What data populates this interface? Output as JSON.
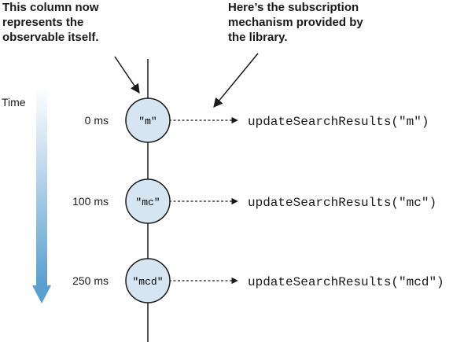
{
  "annotations": {
    "observable_column": "This column now\nrepresents the\nobservable itself.",
    "subscription": "Here’s the subscription\nmechanism provided by\nthe library."
  },
  "time_label": "Time",
  "events": [
    {
      "time": "0 ms",
      "value": "\"m\"",
      "call": "updateSearchResults(\"m\")"
    },
    {
      "time": "100 ms",
      "value": "\"mc\"",
      "call": "updateSearchResults(\"mc\")"
    },
    {
      "time": "250 ms",
      "value": "\"mcd\"",
      "call": "updateSearchResults(\"mcd\")"
    }
  ],
  "colors": {
    "bubble_fill": "#d5e6f2",
    "bubble_stroke": "#1a1a1a",
    "time_arrow": "#5a9fcd"
  }
}
